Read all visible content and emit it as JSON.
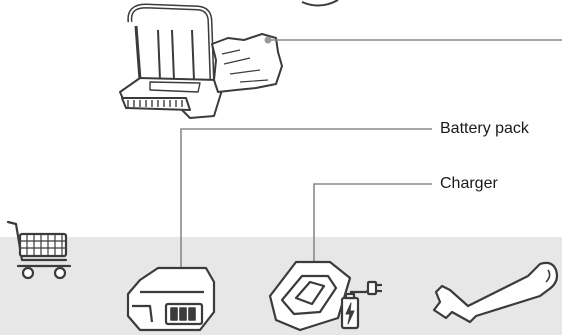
{
  "labels": {
    "battery_pack": "Battery pack",
    "charger": "Charger"
  },
  "colors": {
    "band": "#e7e7e7",
    "stroke": "#3b3b3b",
    "leader": "#8a8a8a",
    "dot": "#999999",
    "icon_fill": "#ffffff"
  },
  "icons": [
    "shopping-cart-icon",
    "battery-pack-icon",
    "charger-icon",
    "wrench-icon",
    "vacuum-base-illustration"
  ]
}
